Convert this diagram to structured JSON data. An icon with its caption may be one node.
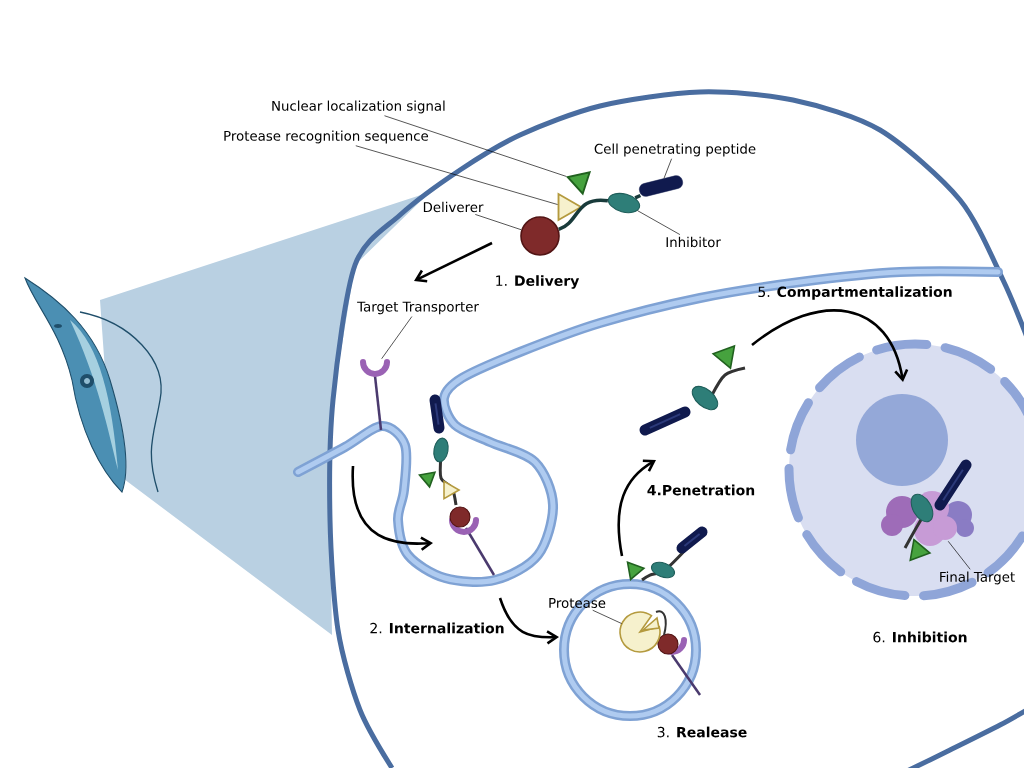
{
  "diagram": {
    "nodes": [
      {
        "text": [
          "Nuclear localization signal"
        ]
      },
      {
        "text": [
          "Protease recognition sequence"
        ]
      },
      {
        "text": [
          "Cell penetrating peptide"
        ]
      },
      {
        "text": [
          "Deliverer"
        ]
      },
      {
        "text": [
          "Inhibitor"
        ]
      },
      {
        "text": [
          "Target Transporter"
        ]
      },
      {
        "text": [
          "Protease"
        ]
      },
      {
        "text": [
          "Final Target"
        ]
      },
      {
        "text": [],
        "shape": "triangle"
      },
      {
        "text": [],
        "shape": "bar"
      },
      {
        "text": [],
        "shape": "bean"
      },
      {
        "text": [],
        "shape": "triangle"
      },
      {
        "text": [],
        "shape": "circle"
      },
      {
        "text": [],
        "shape": "picture"
      },
      {
        "text": [],
        "shape": "picture"
      },
      {
        "text": [],
        "shape": "circle"
      }
    ],
    "edges": [
      {
        "from": 0,
        "to": 8,
        "arrow": "none"
      },
      {
        "from": 1,
        "to": 11,
        "arrow": "none"
      },
      {
        "from": 2,
        "to": 9,
        "arrow": "none"
      },
      {
        "from": 3,
        "to": 12,
        "arrow": "none"
      },
      {
        "from": 4,
        "to": 10,
        "arrow": "none"
      },
      {
        "from": 5,
        "to": 13,
        "arrow": "none"
      },
      {
        "from": 6,
        "to": 15,
        "arrow": "none"
      },
      {
        "from": 7,
        "to": 14,
        "arrow": "none"
      },
      {
        "from": 12,
        "to": 10,
        "arrow": "none",
        "style": "thick",
        "color": "#333333"
      },
      {
        "from": 10,
        "to": 9,
        "arrow": "none",
        "style": "thick",
        "color": "#333333"
      }
    ],
    "labels": [
      "1. **Delivery**",
      "5. **Compartmentalization**",
      "4.Penetration",
      "2. **Internalization**",
      "6. **Inhibition**",
      "3. **Realease**"
    ]
  }
}
